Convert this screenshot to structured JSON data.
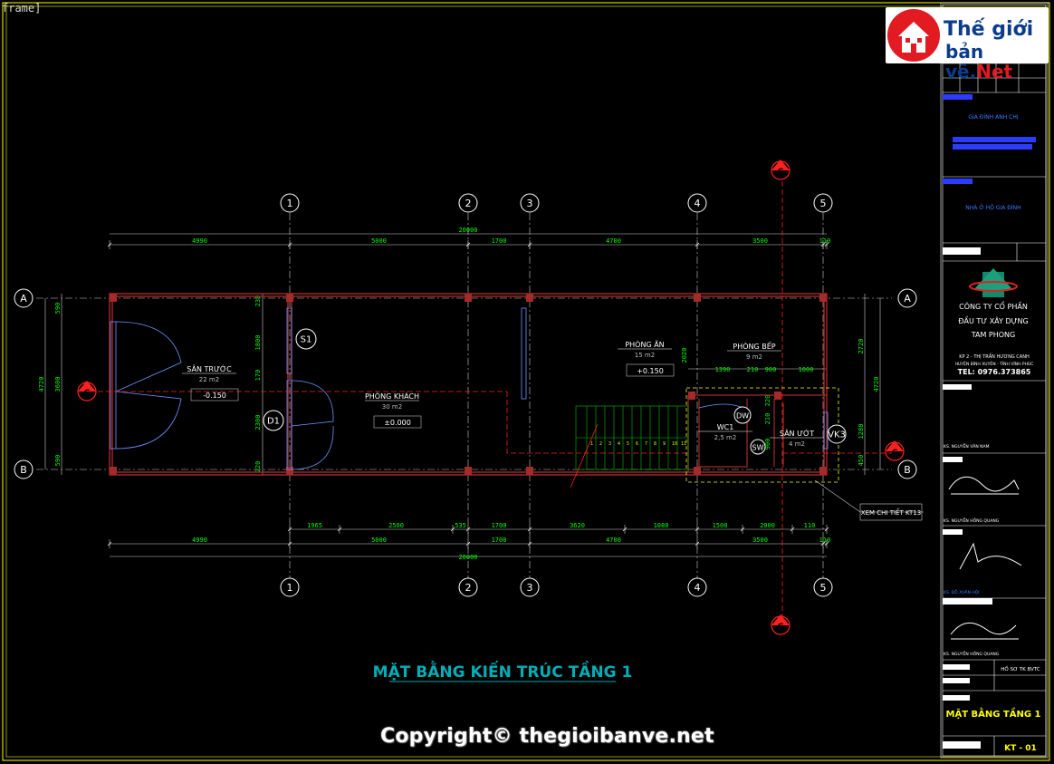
{
  "window": {
    "frame_label": "frame]"
  },
  "logo": {
    "line1": "Thế giới",
    "line2_a": "bản vẽ.",
    "line2_b": "Net",
    "icon": "house-icon"
  },
  "plan": {
    "title": "MẶT BẰNG KIẾN TRÚC TẦNG 1",
    "copyright": "Copyright© thegioibanve.net",
    "grid_axes": [
      "1",
      "2",
      "3",
      "4",
      "5"
    ],
    "grid_rows": [
      "A",
      "B"
    ],
    "section_marker": "C",
    "dims_top_total": "20000",
    "dims_top": [
      "4990",
      "5000",
      "1700",
      "4700",
      "3500",
      "110"
    ],
    "dims_bottom_detail": [
      "1965",
      "2500",
      "535",
      "1700",
      "3620",
      "1080",
      "1500",
      "2000",
      "110"
    ],
    "dims_bottom": [
      "4990",
      "5000",
      "1700",
      "4700",
      "3500",
      "110"
    ],
    "dims_bottom_total": "20000",
    "dims_left": [
      "4720",
      "590",
      "3600",
      "590"
    ],
    "dims_right": [
      "4720",
      "2720",
      "1280",
      "450"
    ],
    "dims_left_inner": [
      "230",
      "1800",
      "170",
      "2300",
      "220"
    ],
    "dims_kitchen": [
      "1390",
      "210",
      "900",
      "1000"
    ],
    "dims_wc": [
      "220",
      "210",
      "900"
    ],
    "stair_depth": "2020",
    "rooms": [
      {
        "name": "SÂN TRƯỚC",
        "area": "22 m2",
        "level": "-0.150"
      },
      {
        "name": "PHÒNG KHÁCH",
        "area": "30 m2",
        "level": "±0.000"
      },
      {
        "name": "PHÒNG ĂN",
        "area": "15 m2",
        "level": "+0.150"
      },
      {
        "name": "PHÒNG BẾP",
        "area": "9 m2"
      },
      {
        "name": "WC1",
        "area": "2,5 m2"
      },
      {
        "name": "SÂN ƯỚT",
        "area": "4 m2"
      }
    ],
    "tags": [
      "S1",
      "D1",
      "DW",
      "SW",
      "VK3"
    ],
    "stair_numbers": [
      "1",
      "2",
      "3",
      "4",
      "5",
      "6",
      "7",
      "8",
      "9",
      "10",
      "11"
    ],
    "callout": "XEM CHI TIẾT KT13"
  },
  "title_block": {
    "owner_label": "GIA ĐÌNH ANH CHỊ",
    "project_label": "NHÀ Ở HỘ GIA ĐÌNH",
    "company": [
      "CÔNG TY CỔ PHẦN",
      "ĐẦU TƯ XÂY DỰNG",
      "TAM PHONG"
    ],
    "address": [
      "KP 2 - THỊ TRẤN HƯƠNG CANH",
      "HUYỆN BÌNH XUYÊN - TỈNH VĨNH PHÚC"
    ],
    "tel": "TEL: 0976.373865",
    "person1": "KS. NGUYỄN VĂN NAM",
    "person2": "KS. NGUYỄN HỒNG QUANG",
    "person3": "KS. ĐỖ XUÂN HỘI",
    "person4": "KS. NGUYỄN HỒNG QUANG",
    "doc_type": "HỒ SƠ TK BVTC",
    "drawing_name": "MẶT BẰNG TẦNG 1",
    "drawing_code": "KT - 01"
  },
  "colors": {
    "wall": "#a52a2a",
    "dim": "#00ff00",
    "axis": "#ffffff",
    "hidden": "#ff0000",
    "window": "#7fa8ff",
    "title": "#00aeb8",
    "frame": "#ffff00"
  }
}
